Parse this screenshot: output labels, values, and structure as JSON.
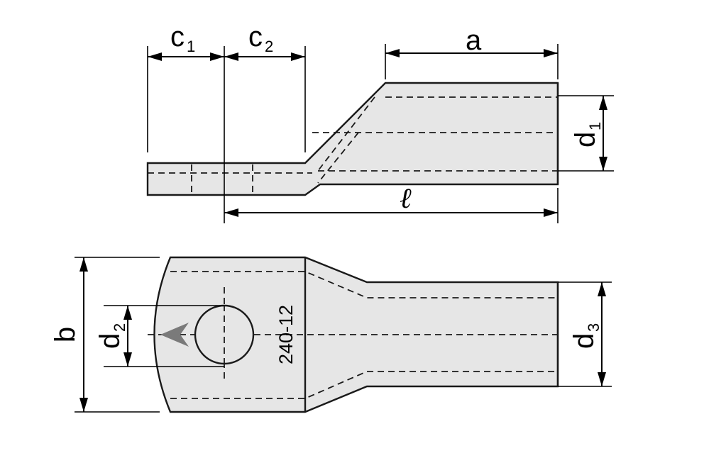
{
  "labels": {
    "c1": {
      "main": "c",
      "sub": "1"
    },
    "c2": {
      "main": "c",
      "sub": "2"
    },
    "a": "a",
    "l": "ℓ",
    "d1": {
      "main": "d",
      "sub": "1"
    },
    "b": "b",
    "d2": {
      "main": "d",
      "sub": "2"
    },
    "d3": {
      "main": "d",
      "sub": "3"
    }
  },
  "marking": "240-12",
  "logo": "arrowhead-logo",
  "colors": {
    "body_fill": "#e6e6e6",
    "line": "#1a1a1a",
    "logo": "#7a7a7a"
  }
}
